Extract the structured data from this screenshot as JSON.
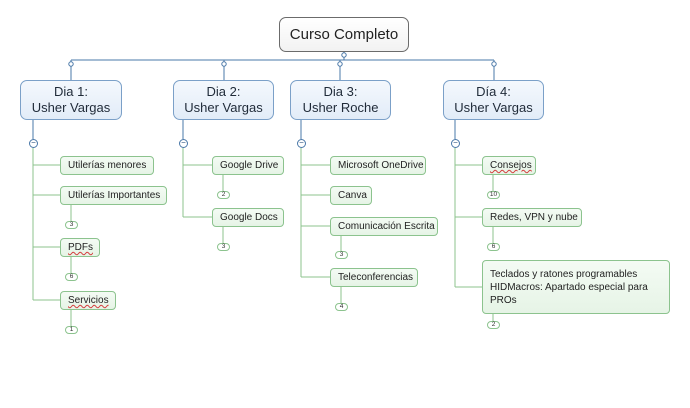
{
  "root": {
    "label": "Curso Completo"
  },
  "branches": [
    {
      "title_line1": "Dia 1:",
      "title_line2": "Usher Vargas",
      "items": [
        {
          "label": "Utilerías menores"
        },
        {
          "label": "Utilerías Importantes",
          "count": "3"
        },
        {
          "label": "PDFs",
          "count": "6",
          "squiggle": true
        },
        {
          "label": "Servicios",
          "count": "1",
          "squiggle": true
        }
      ]
    },
    {
      "title_line1": "Dia 2:",
      "title_line2": "Usher Vargas",
      "items": [
        {
          "label": "Google Drive",
          "count": "2"
        },
        {
          "label": "Google Docs",
          "count": "3"
        }
      ]
    },
    {
      "title_line1": "Dia 3:",
      "title_line2": "Usher Roche",
      "items": [
        {
          "label": "Microsoft OneDrive"
        },
        {
          "label": "Canva"
        },
        {
          "label": "Comunicación Escrita",
          "count": "3"
        },
        {
          "label": "Teleconferencias",
          "count": "4"
        }
      ]
    },
    {
      "title_line1": "Día 4:",
      "title_line2": "Usher Vargas",
      "items": [
        {
          "label": "Consejos",
          "count": "10",
          "squiggle": true
        },
        {
          "label": "Redes, VPN y nube",
          "count": "6"
        },
        {
          "label": "Teclados y ratones programables HIDMacros: Apartado especial para PROs",
          "count": "2"
        }
      ]
    }
  ],
  "colors": {
    "root_border": "#6b6b6b",
    "main_border": "#7ba0c8",
    "sub_border": "#8cc38e",
    "connector_blue": "#4a78a8",
    "connector_green": "#8cc38e"
  }
}
